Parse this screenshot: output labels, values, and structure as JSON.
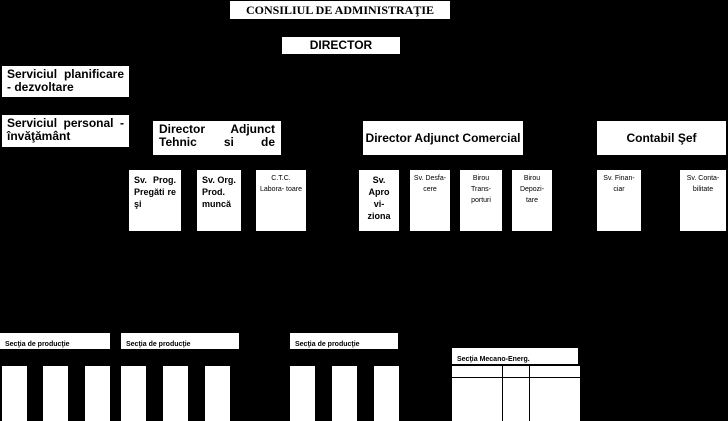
{
  "org": {
    "board": "CONSILIUL DE ADMINISTRAŢIE",
    "director": "DIRECTOR",
    "planning": "Serviciul planificare - dezvoltare",
    "personnel": "Serviciul personal - învăţământ",
    "dir_tech": "Director Adjunct Tehnic si de",
    "dir_com": "Director Adjunct Comercial",
    "chief_acc": "Contabil Şef",
    "departments": [
      "Sv. Prog. Pregăti re şi",
      "Sv. Org. Prod. muncă",
      "C.T.C. Labora- toare",
      "Sv. Apro vi- ziona",
      "Sv. Desfa- cere",
      "Birou Trans- porturi",
      "Birou Depozi- tare",
      "Sv. Finan- ciar",
      "Sv. Conta- bilitate"
    ],
    "sections": [
      "Secţia de producţie",
      "Secţia de producţie",
      "Secţia de producţie",
      "Secţia Mecano-Energ."
    ]
  }
}
